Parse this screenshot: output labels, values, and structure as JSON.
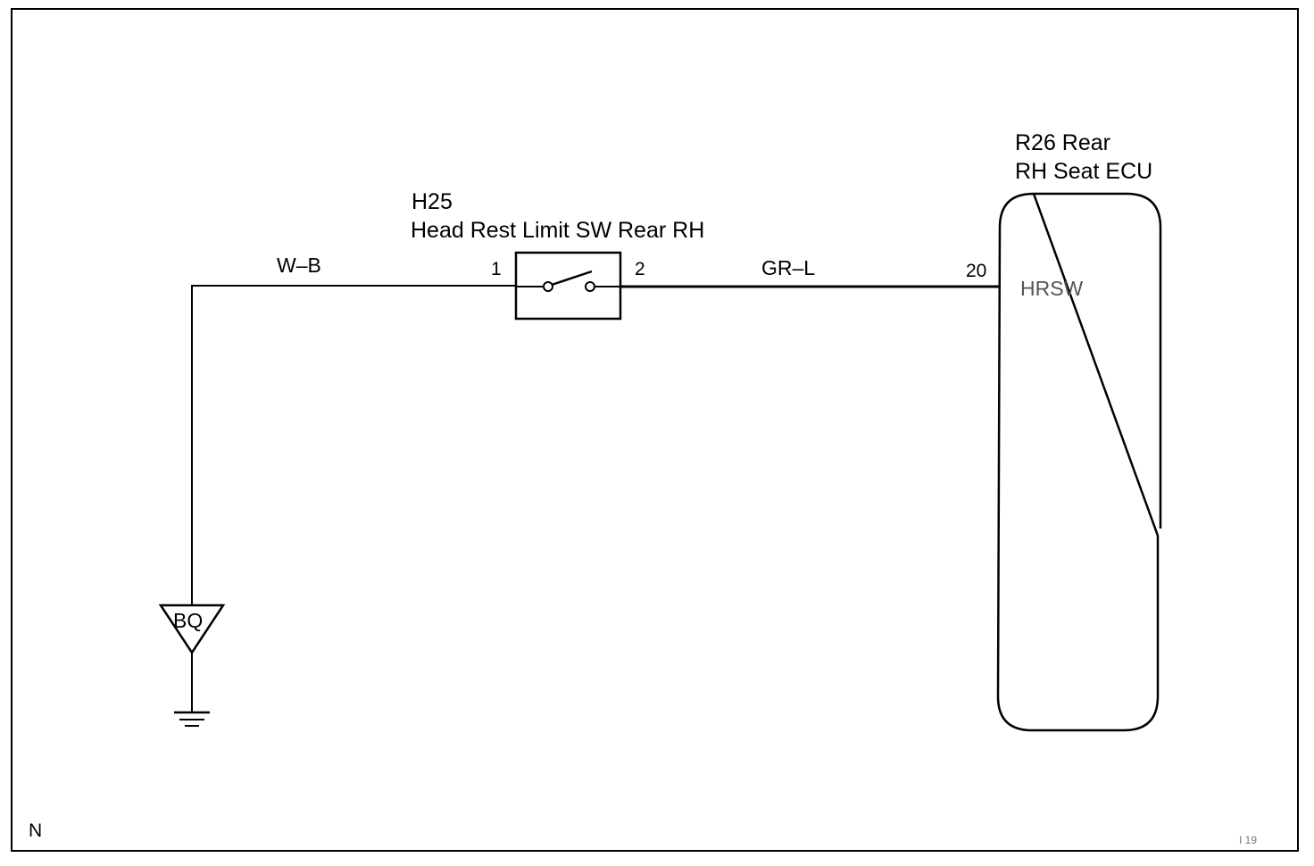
{
  "switch": {
    "code": "H25",
    "name": "Head Rest Limit SW Rear RH",
    "pin_left": "1",
    "pin_right": "2"
  },
  "ecu": {
    "code_line": "R26 Rear",
    "name_line": "RH Seat ECU",
    "pin": "20",
    "terminal": "HRSW"
  },
  "wires": {
    "ground_wire": "W–B",
    "signal_wire": "GR–L"
  },
  "ground_point": {
    "code": "BQ"
  },
  "footer": {
    "corner_letter": "N",
    "figure_id": "I     19"
  }
}
